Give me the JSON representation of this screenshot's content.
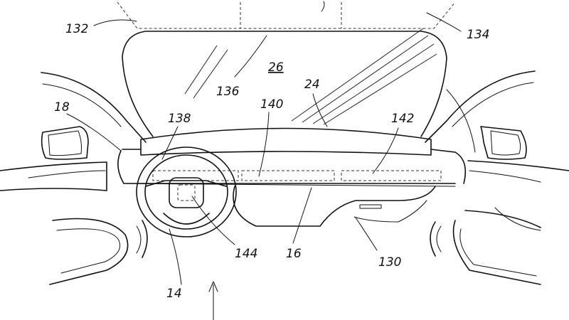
{
  "figure": {
    "reference_numerals": {
      "windshield_projection_left": "132",
      "windshield_projection_right": "134",
      "windshield_display": "136",
      "windshield_area": "26",
      "windshield": "24",
      "side_mirror": "18",
      "display_driver": "138",
      "display_center": "140",
      "display_passenger": "142",
      "steering_wheel_hub": "144",
      "dashboard": "16",
      "glovebox": "130",
      "steering_wheel": "14"
    }
  }
}
